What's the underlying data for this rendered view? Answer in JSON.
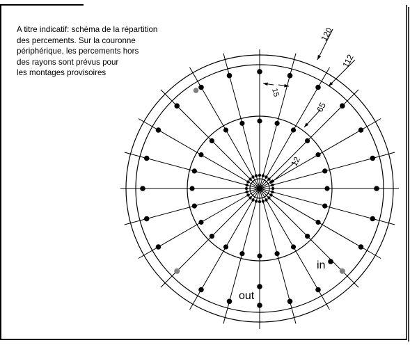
{
  "note": {
    "lines": [
      "A titre indicatif: schéma de la répartition",
      "des percements. Sur la couronne",
      "périphérique, les percements hors",
      "des rayons sont prévus pour",
      "les montages provisoires"
    ]
  },
  "dimensions": {
    "outer_radius": "120",
    "ring_radius": "112",
    "middle_radius": "65",
    "inner_radius": "12",
    "spacing": "15"
  },
  "labels": {
    "in": "in",
    "out": "out"
  },
  "colors": {
    "line": "#000000",
    "hole": "#000000",
    "temporary_hole": "#808080",
    "background": "#ffffff"
  }
}
